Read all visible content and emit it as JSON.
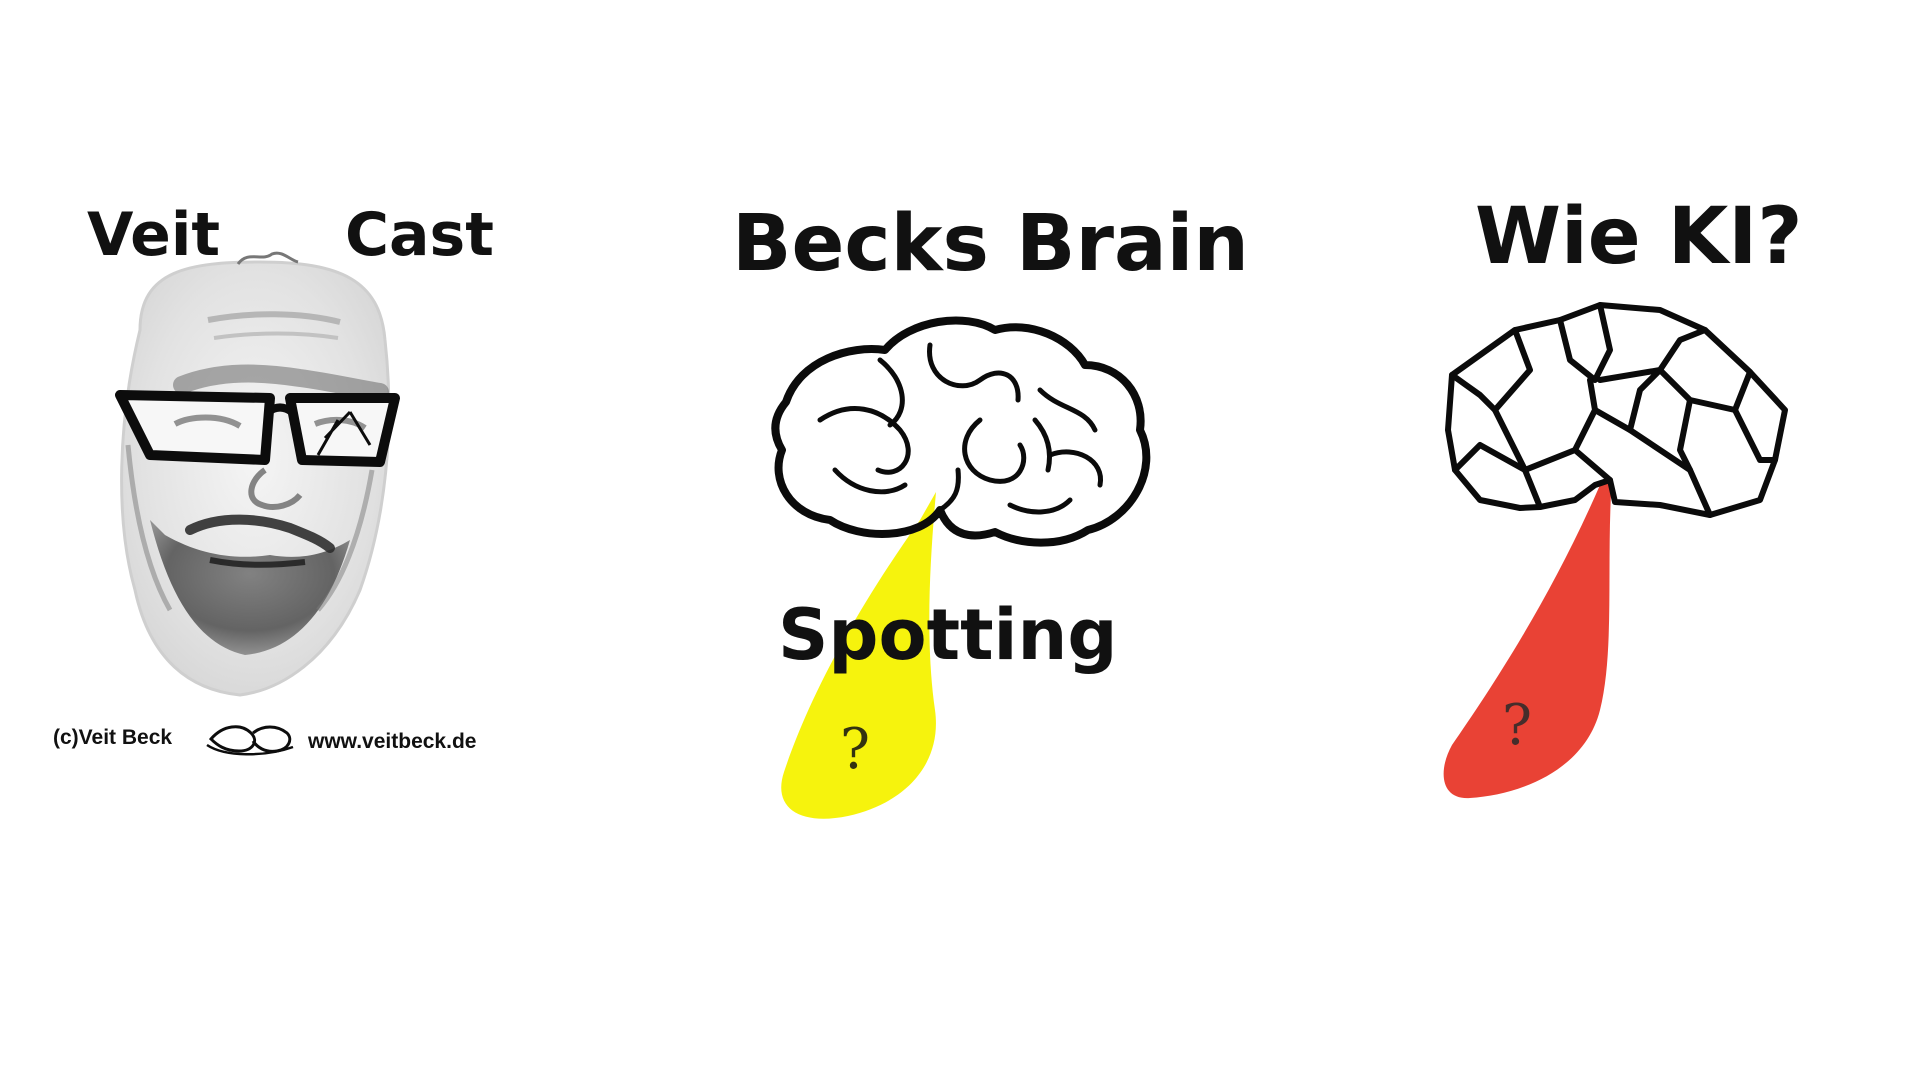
{
  "panel_left": {
    "title_left": "Veit",
    "title_right": "Cast",
    "copyright": "(c)Veit Beck",
    "website": "www.veitbeck.de"
  },
  "panel_middle": {
    "title": "Becks Brain",
    "subtitle": "Spotting",
    "question_mark": "?",
    "spot_color": "#f6f200"
  },
  "panel_right": {
    "title": "Wie KI?",
    "question_mark": "?",
    "spot_color": "#e8382a"
  }
}
